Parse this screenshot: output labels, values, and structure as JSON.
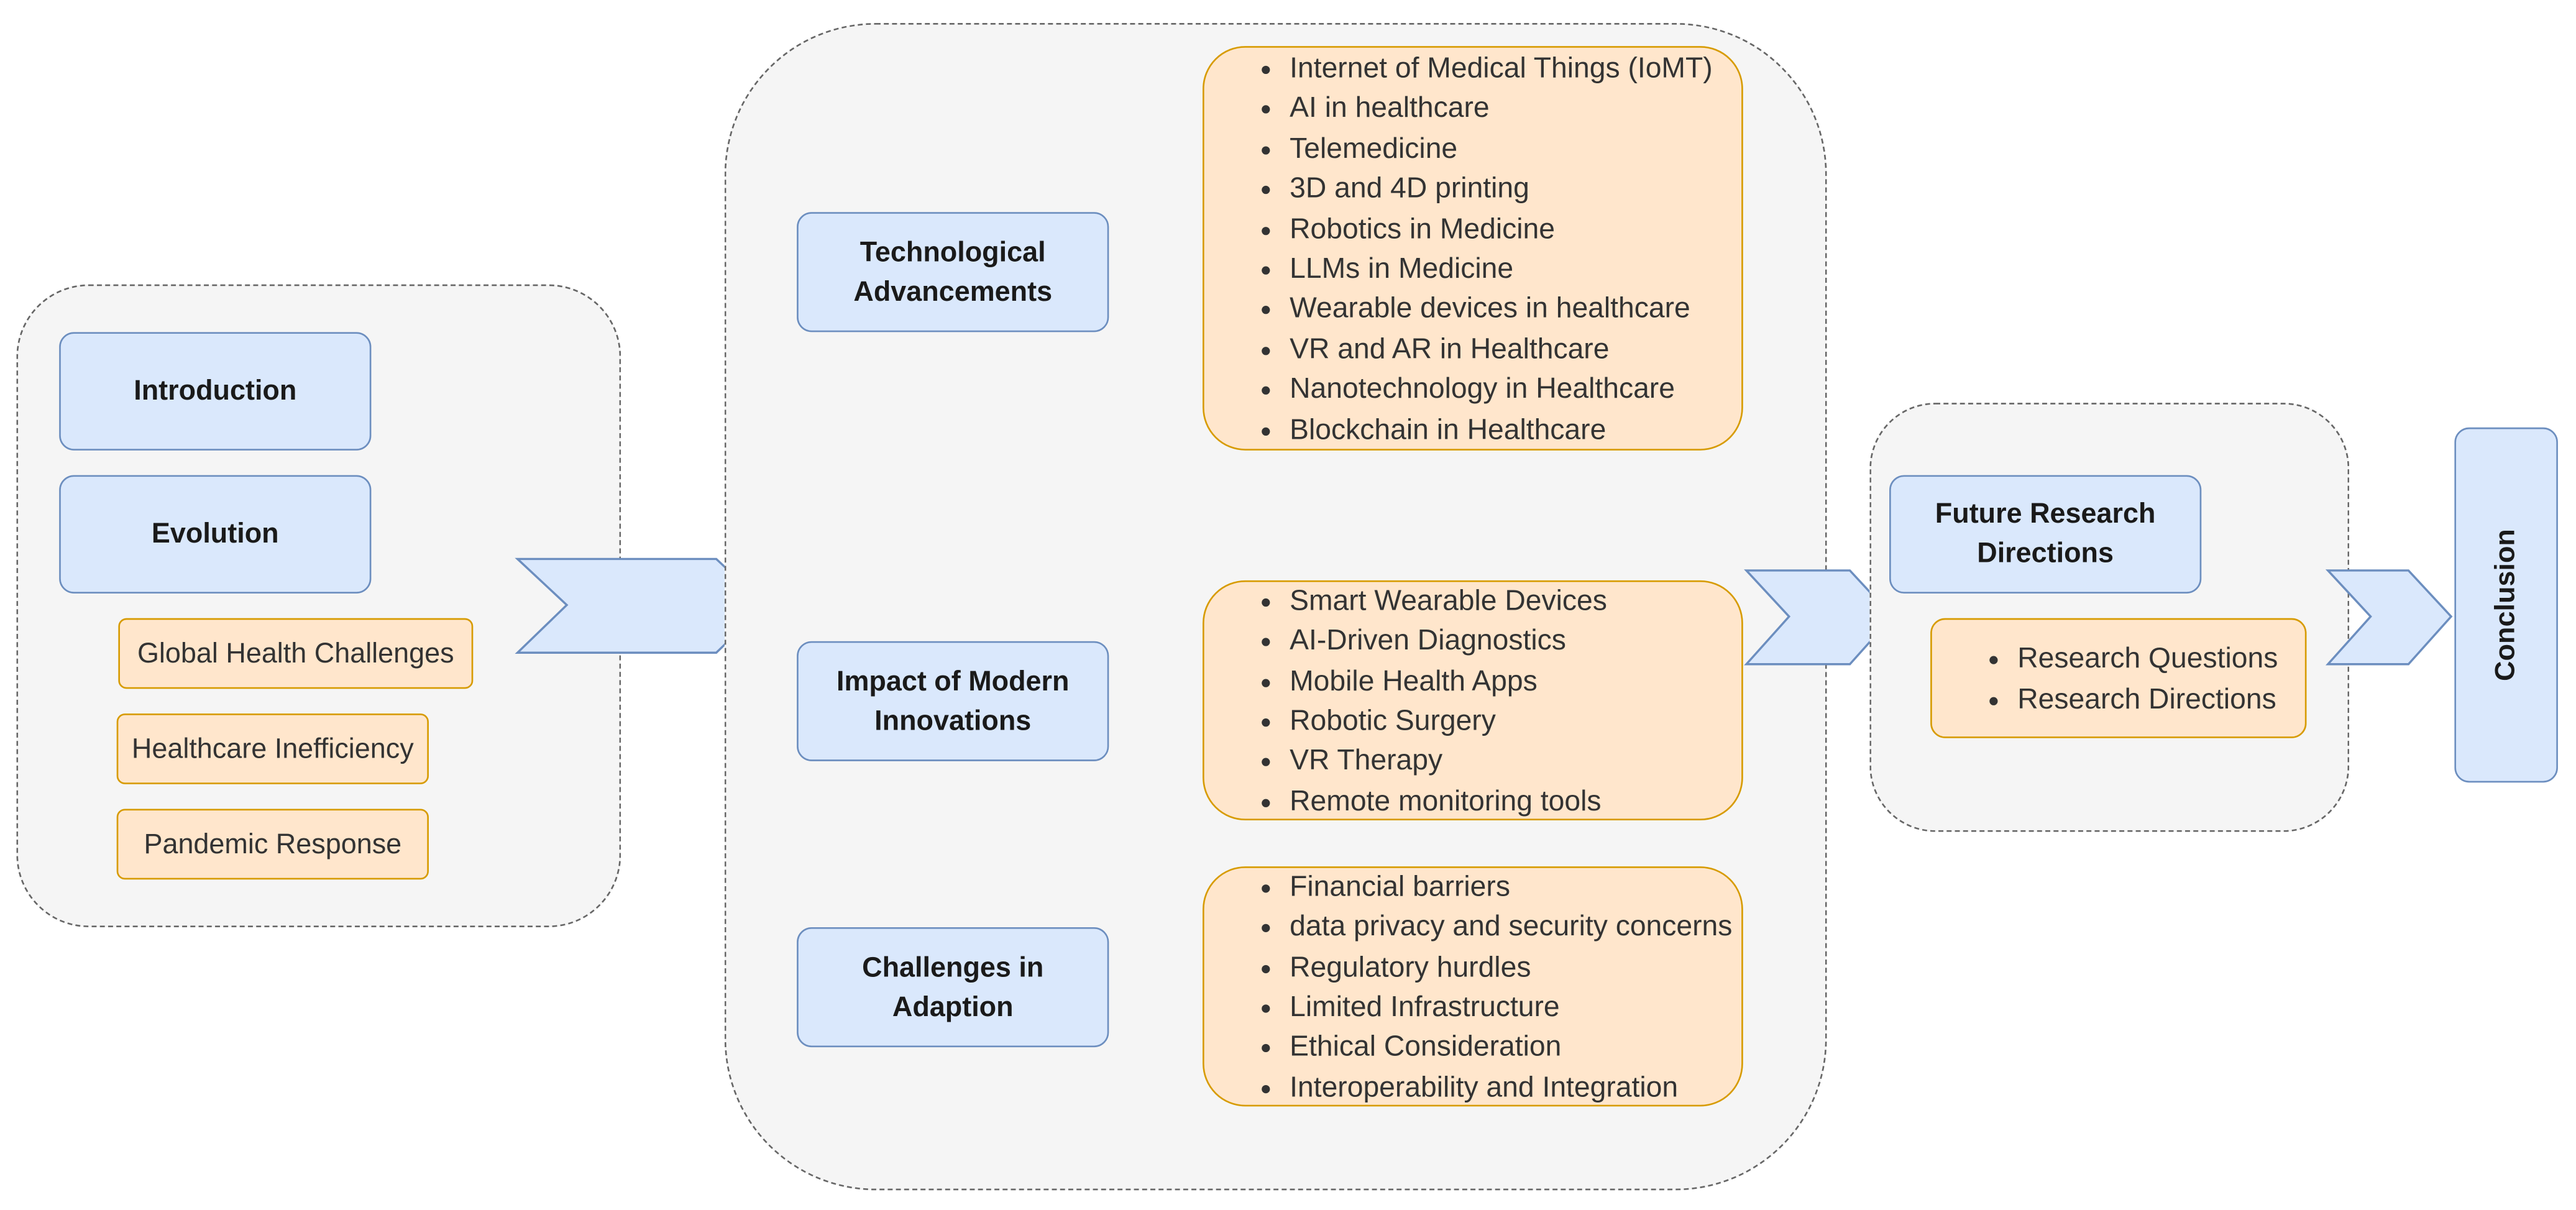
{
  "colors": {
    "blue_fill": "#dae8fc",
    "blue_stroke": "#6c8ebf",
    "orange_fill": "#ffe6cc",
    "orange_stroke": "#d79b00",
    "group_fill": "#f5f5f5",
    "group_stroke": "#666666"
  },
  "intro_group": {
    "introduction": "Introduction",
    "evolution": "Evolution",
    "tags": [
      "Global Health Challenges",
      "Healthcare Inefficiency",
      "Pandemic Response"
    ]
  },
  "main_group": {
    "technological": {
      "title": "Technological Advancements",
      "items": [
        "Internet of Medical Things (IoMT)",
        "AI in healthcare",
        "Telemedicine",
        "3D and 4D printing",
        "Robotics in Medicine",
        "LLMs in Medicine",
        "Wearable devices in healthcare",
        "VR and AR in Healthcare",
        "Nanotechnology in Healthcare",
        "Blockchain in Healthcare"
      ]
    },
    "impact": {
      "title": "Impact of Modern Innovations",
      "items": [
        "Smart Wearable Devices",
        "AI-Driven Diagnostics",
        "Mobile Health Apps",
        "Robotic Surgery",
        "VR Therapy",
        "Remote monitoring tools"
      ]
    },
    "challenges": {
      "title": "Challenges in Adaption",
      "items": [
        "Financial barriers",
        "data privacy and security concerns",
        "Regulatory hurdles",
        "Limited Infrastructure",
        "Ethical Consideration",
        "Interoperability and Integration"
      ]
    }
  },
  "future_group": {
    "title": "Future Research Directions",
    "items": [
      "Research Questions",
      "Research Directions"
    ]
  },
  "conclusion": "Conclusion"
}
